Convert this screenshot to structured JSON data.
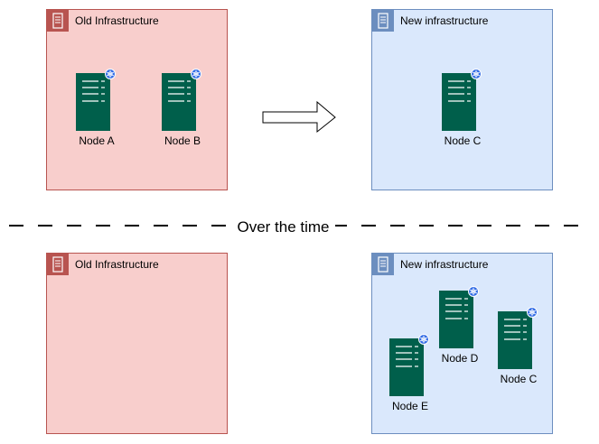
{
  "groups": [
    {
      "title": "Old Infrastructure",
      "kind": "old",
      "icon": "server-rack-icon"
    },
    {
      "title": "New infrastructure",
      "kind": "new",
      "icon": "server-rack-icon"
    },
    {
      "title": "Old Infrastructure",
      "kind": "old",
      "icon": "server-rack-icon"
    },
    {
      "title": "New infrastructure",
      "kind": "new",
      "icon": "server-rack-icon"
    }
  ],
  "nodes": [
    {
      "label": "Node A",
      "badge": "kubernetes-icon"
    },
    {
      "label": "Node B",
      "badge": "kubernetes-icon"
    },
    {
      "label": "Node C",
      "badge": "kubernetes-icon"
    },
    {
      "label": "Node D",
      "badge": "kubernetes-icon"
    },
    {
      "label": "Node C",
      "badge": "kubernetes-icon"
    },
    {
      "label": "Node E",
      "badge": "kubernetes-icon"
    }
  ],
  "divider_label": "Over the time",
  "colors": {
    "old_fill": "#f8cecc",
    "old_stroke": "#b85450",
    "new_fill": "#dae8fc",
    "new_stroke": "#6c8ebf",
    "server": "#005f4b",
    "kubernetes": "#326ce5"
  }
}
